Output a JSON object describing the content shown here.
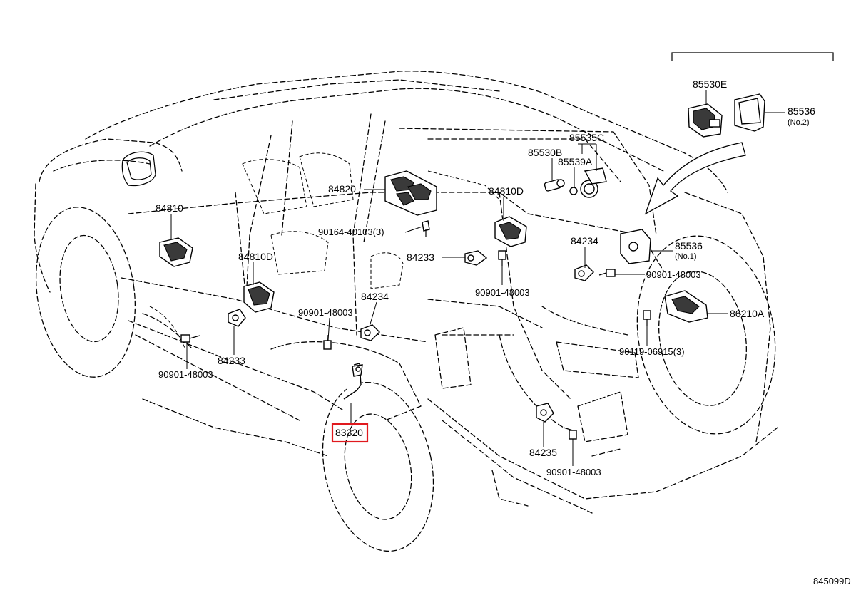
{
  "labels": {
    "p85530e": "85530E",
    "p85536_a": "85536",
    "p85536_a_note": "(No.2)",
    "p85535c": "85535C",
    "p85530b": "85530B",
    "p85539a": "85539A",
    "p84820": "84820",
    "p84810d_right": "84810D",
    "p84810": "84810",
    "p90164": "90164-40103(3)",
    "p84233_center": "84233",
    "p84234_right": "84234",
    "p85536_b": "85536",
    "p85536_b_note": "(No.1)",
    "p90901_right": "90901-48003",
    "p84810d_left": "84810D",
    "p90901_center": "90901-48003",
    "p84234_center": "84234",
    "p90901_mid": "90901-48003",
    "p86210a": "86210A",
    "p90119": "90119-06915(3)",
    "p84233_left": "84233",
    "p90901_left": "90901-48003",
    "p83320": "83320",
    "p84235": "84235",
    "p90901_bottom": "90901-48003",
    "figure_code": "845099D"
  },
  "highlighted_part": "83320",
  "colors": {
    "highlight": "#e0191e",
    "line": "#000000",
    "background": "#ffffff"
  }
}
